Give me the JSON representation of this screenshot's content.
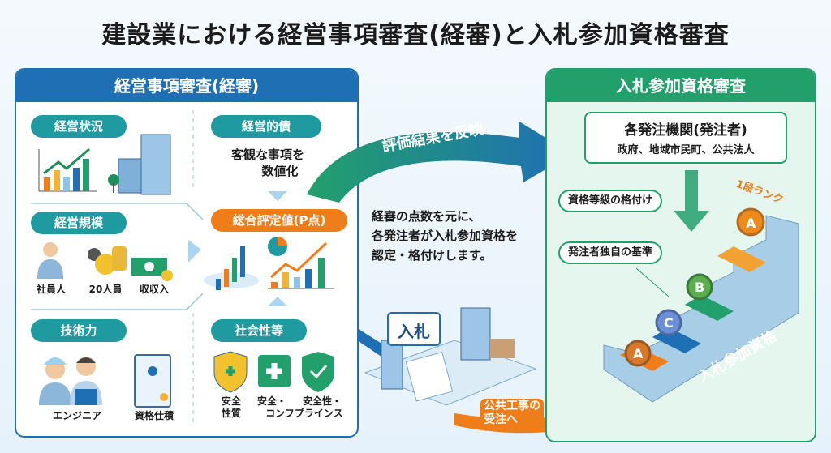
{
  "title": "建設業における経営事項審査(経審)と入札参加資格審査",
  "left": {
    "header": "経営事項審査(経審)",
    "categories": {
      "management_status": "経営状況",
      "management_scale": "経営規模",
      "technical": "技術力",
      "social": "社会性等",
      "objective": "経営的債"
    },
    "objective_text": [
      "客観な事項を",
      "数値化"
    ],
    "scale_labels": [
      "社員人",
      "20人員",
      "収収入"
    ],
    "tech_labels": [
      "エンジニア",
      "資格仕積"
    ],
    "social_labels": [
      [
        "安全",
        "性質"
      ],
      [
        "安全・",
        ""
      ],
      [
        "安全性・",
        "コンフプラインス"
      ]
    ],
    "score": "総合評定値(P点)"
  },
  "middle": {
    "arrow_label": "評価結果を反映",
    "description": [
      "経審の点数を元に、",
      "各発注者が入札参加資格を",
      "認定・格付けします。"
    ],
    "bid_sign": "入札",
    "to_order": [
      "公共工事の",
      "受注へ"
    ]
  },
  "right": {
    "header": "入札参加資格審査",
    "agency_title": "各発注機関(発注者)",
    "agency_sub": "政府、地域市民町、公共法人",
    "grading": "資格等級の格付け",
    "own_criteria": "発注者独自の基準",
    "top_rank": "1段ランク",
    "stairs_label": "入札参加資格",
    "ranks": [
      "A",
      "C",
      "B",
      "A"
    ]
  },
  "colors": {
    "blue": "#1f6fb5",
    "green": "#22a06b",
    "teal": "#1e9aa0",
    "orange": "#ef7d1a"
  }
}
